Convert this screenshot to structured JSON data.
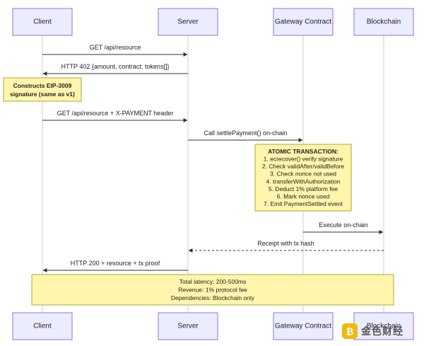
{
  "participants": [
    {
      "id": "client",
      "label": "Client"
    },
    {
      "id": "server",
      "label": "Server"
    },
    {
      "id": "gateway",
      "label": "Gateway Contract"
    },
    {
      "id": "blockchain",
      "label": "Blockchain"
    }
  ],
  "messages": [
    {
      "from": "client",
      "to": "server",
      "text": "GET /api/resource",
      "style": "solid"
    },
    {
      "from": "server",
      "to": "client",
      "text": "HTTP 402 {amount, contract, tokens[]}",
      "style": "solid"
    },
    {
      "from": "client",
      "to": "server",
      "text": "GET /api/resource + X-PAYMENT header",
      "style": "solid"
    },
    {
      "from": "server",
      "to": "gateway",
      "text": "Call settlePayment() on-chain",
      "style": "solid"
    },
    {
      "from": "gateway",
      "to": "blockchain",
      "text": "Execute on-chain",
      "style": "solid"
    },
    {
      "from": "blockchain",
      "to": "server",
      "text": "Receipt with tx hash",
      "style": "dotted"
    },
    {
      "from": "server",
      "to": "client",
      "text": "HTTP 200 + resource + tx proof",
      "style": "solid"
    }
  ],
  "notes": [
    {
      "lines": [
        "Constructs EIP-3009",
        "signature (same as v1)"
      ]
    },
    {
      "lines": [
        "ATOMIC TRANSACTION:",
        "1. ecrecover() verify signature",
        "2. Check validAfter/validBefore",
        "3. Check nonce not used",
        "4. transferWithAuthorization",
        "5. Deduct 1% platform fee",
        "6. Mark nonce used",
        "7. Emit PaymentSettled event"
      ]
    },
    {
      "lines": [
        "Total latency: 200-500ms",
        "Revenue: 1% protocol fee",
        "Dependencies: Blockchain only"
      ]
    }
  ],
  "watermark": {
    "text": "金色财经",
    "icon": "jinse-logo-icon"
  }
}
